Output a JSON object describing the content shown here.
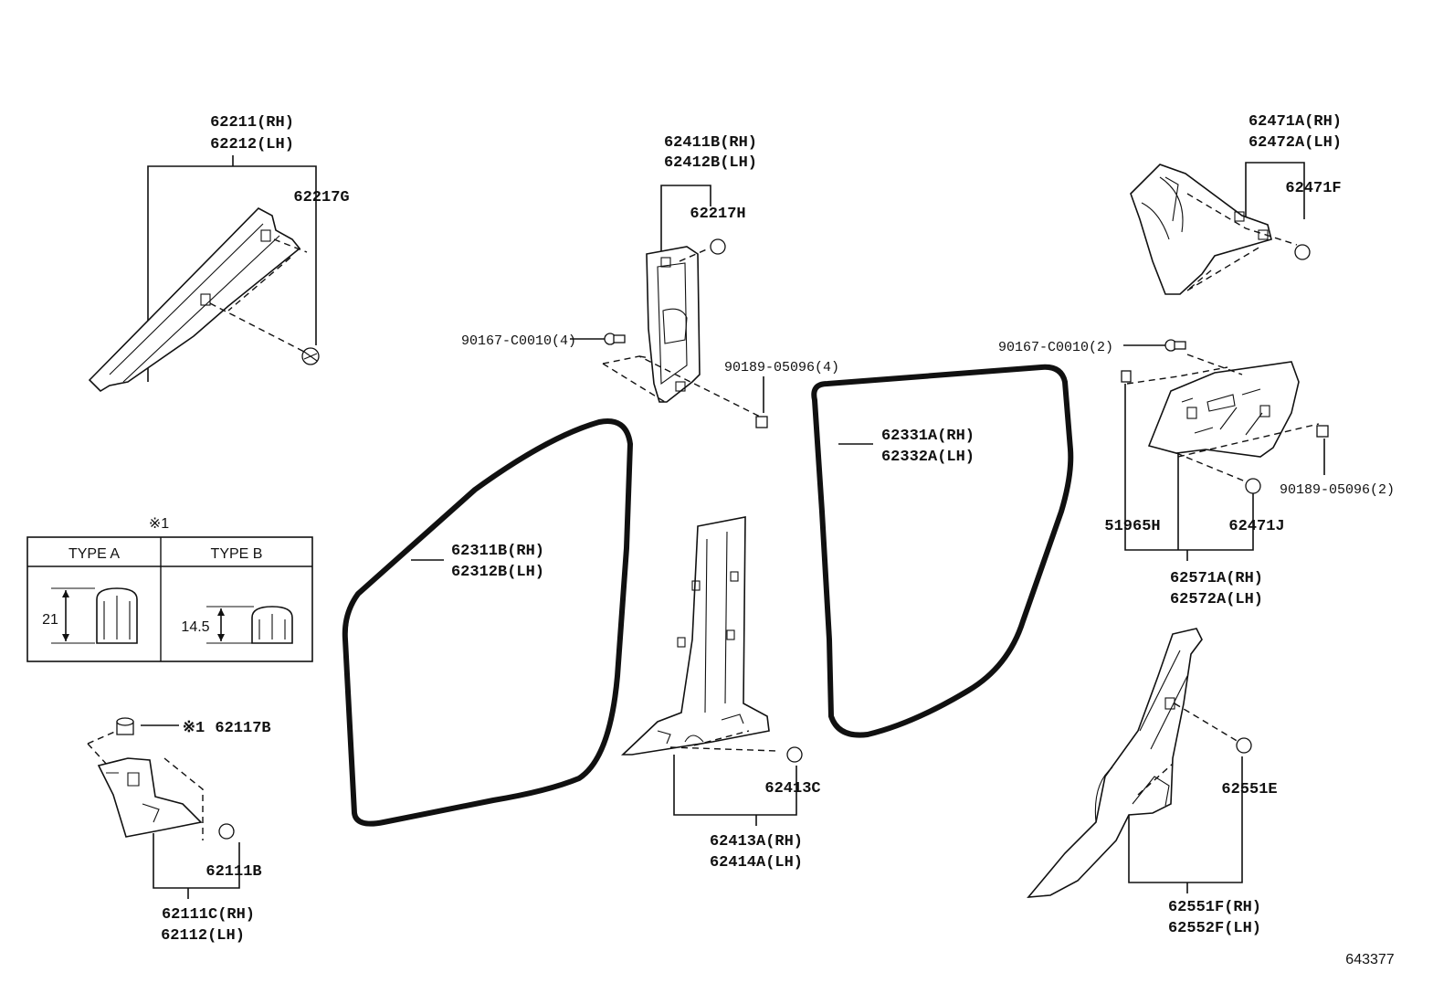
{
  "labels": {
    "l_62211": "62211(RH)",
    "l_62212": "62212(LH)",
    "l_62217g": "62217G",
    "l_62411b": "62411B(RH)",
    "l_62412b": "62412B(LH)",
    "l_62217h": "62217H",
    "l_90167_4": "90167-C0010(4)",
    "l_90189_4": "90189-05096(4)",
    "l_62471a": "62471A(RH)",
    "l_62472a": "62472A(LH)",
    "l_62471f": "62471F",
    "l_90167_2": "90167-C0010(2)",
    "l_62331a": "62331A(RH)",
    "l_62332a": "62332A(LH)",
    "l_90189_2": "90189-05096(2)",
    "l_51965h": "51965H",
    "l_62471j": "62471J",
    "l_62571a": "62571A(RH)",
    "l_62572a": "62572A(LH)",
    "l_62311b": "62311B(RH)",
    "l_62312b": "62312B(LH)",
    "l_62413c": "62413C",
    "l_62413a": "62413A(RH)",
    "l_62414a": "62414A(LH)",
    "l_62117b_mark": "※1",
    "l_62117b": "62117B",
    "l_62111b": "62111B",
    "l_62111c": "62111C(RH)",
    "l_62112": "62112(LH)",
    "l_62551e": "62551E",
    "l_62551f": "62551F(RH)",
    "l_62552f": "62552F(LH)"
  },
  "type_table": {
    "mark": "※1",
    "type_a_header": "TYPE A",
    "type_b_header": "TYPE B",
    "type_a_dim": "21",
    "type_b_dim": "14.5"
  },
  "diagram_ref": "643377"
}
